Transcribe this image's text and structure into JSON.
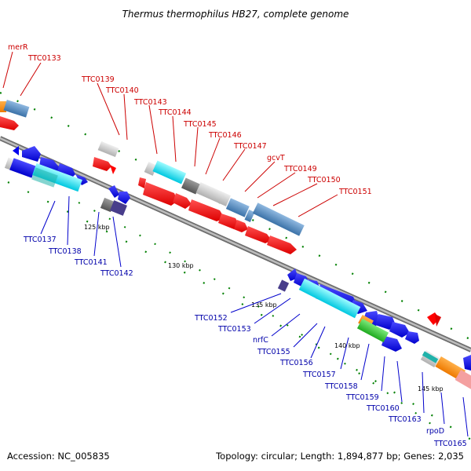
{
  "title": "Thermus thermophilus HB27, complete genome",
  "footer": {
    "accession": "Accession: NC_005835",
    "topology": "Topology: circular; Length: 1,894,877 bp; Genes: 2,035"
  },
  "ticks": [
    "125 kbp",
    "130 kbp",
    "135 kbp",
    "140 kbp",
    "145 kbp"
  ],
  "top_labels": [
    "merR",
    "TTC0133",
    "TTC0139",
    "TTC0140",
    "TTC0143",
    "TTC0144",
    "TTC0145",
    "TTC0146",
    "TTC0147",
    "gcvT",
    "TTC0149",
    "TTC0150",
    "TTC0151"
  ],
  "bottom_labels": [
    "TTC0137",
    "TTC0138",
    "TTC0141",
    "TTC0142",
    "TTC0152",
    "TTC0153",
    "nrfC",
    "TTC0155",
    "TTC0156",
    "TTC0157",
    "TTC0158",
    "TTC0159",
    "TTC0160",
    "TTC0163",
    "rpoD",
    "TTC0165"
  ],
  "colors": {
    "forward_strand": "#ff0000",
    "reverse_strand": "#0000ff",
    "cog_light_blue": "#4682b4",
    "cog_cyan": "#00e5ee",
    "cog_grey": "#c0c0c0",
    "cog_dark_grey": "#696969",
    "cog_orange": "#ff8c00",
    "cog_green": "#32cd32",
    "cog_teal": "#20b2aa",
    "cog_pink": "#f4a0a0",
    "cog_slate": "#483d8b",
    "gc_ticks": "#008000",
    "backbone": "#8c8c8c"
  }
}
